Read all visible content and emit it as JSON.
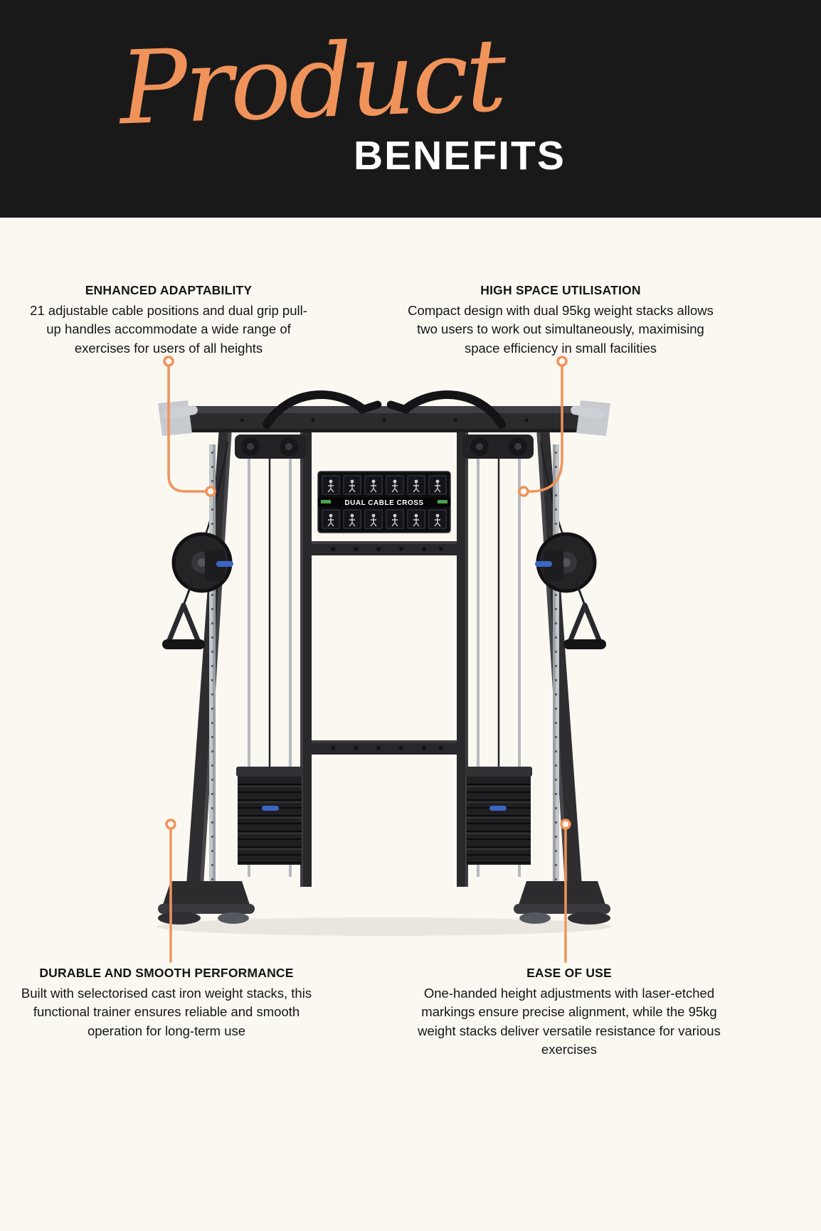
{
  "header": {
    "script_word": "Product",
    "title_word": "BENEFITS"
  },
  "callouts": {
    "top_left": {
      "title": "ENHANCED ADAPTABILITY",
      "body": "21 adjustable cable positions and dual grip pull-up handles accommodate a wide range of exercises for users of all heights"
    },
    "top_right": {
      "title": "HIGH SPACE UTILISATION",
      "body": "Compact design with dual 95kg weight stacks allows two users to work out simultaneously, maximising space efficiency in small facilities"
    },
    "bottom_left": {
      "title": "DURABLE AND SMOOTH PERFORMANCE",
      "body": "Built with selectorised cast iron weight stacks, this functional trainer ensures reliable and smooth operation for long-term use"
    },
    "bottom_right": {
      "title": "EASE OF USE",
      "body": "One-handed height adjustments with laser-etched markings ensure precise alignment, while the 95kg weight stacks deliver versatile resistance for various exercises"
    }
  },
  "machine": {
    "placard_title": "DUAL CABLE CROSS"
  },
  "colors": {
    "accent_orange": "#F0935A",
    "header_background": "#191919",
    "page_background": "#FBF8F2",
    "text": "#151515"
  }
}
